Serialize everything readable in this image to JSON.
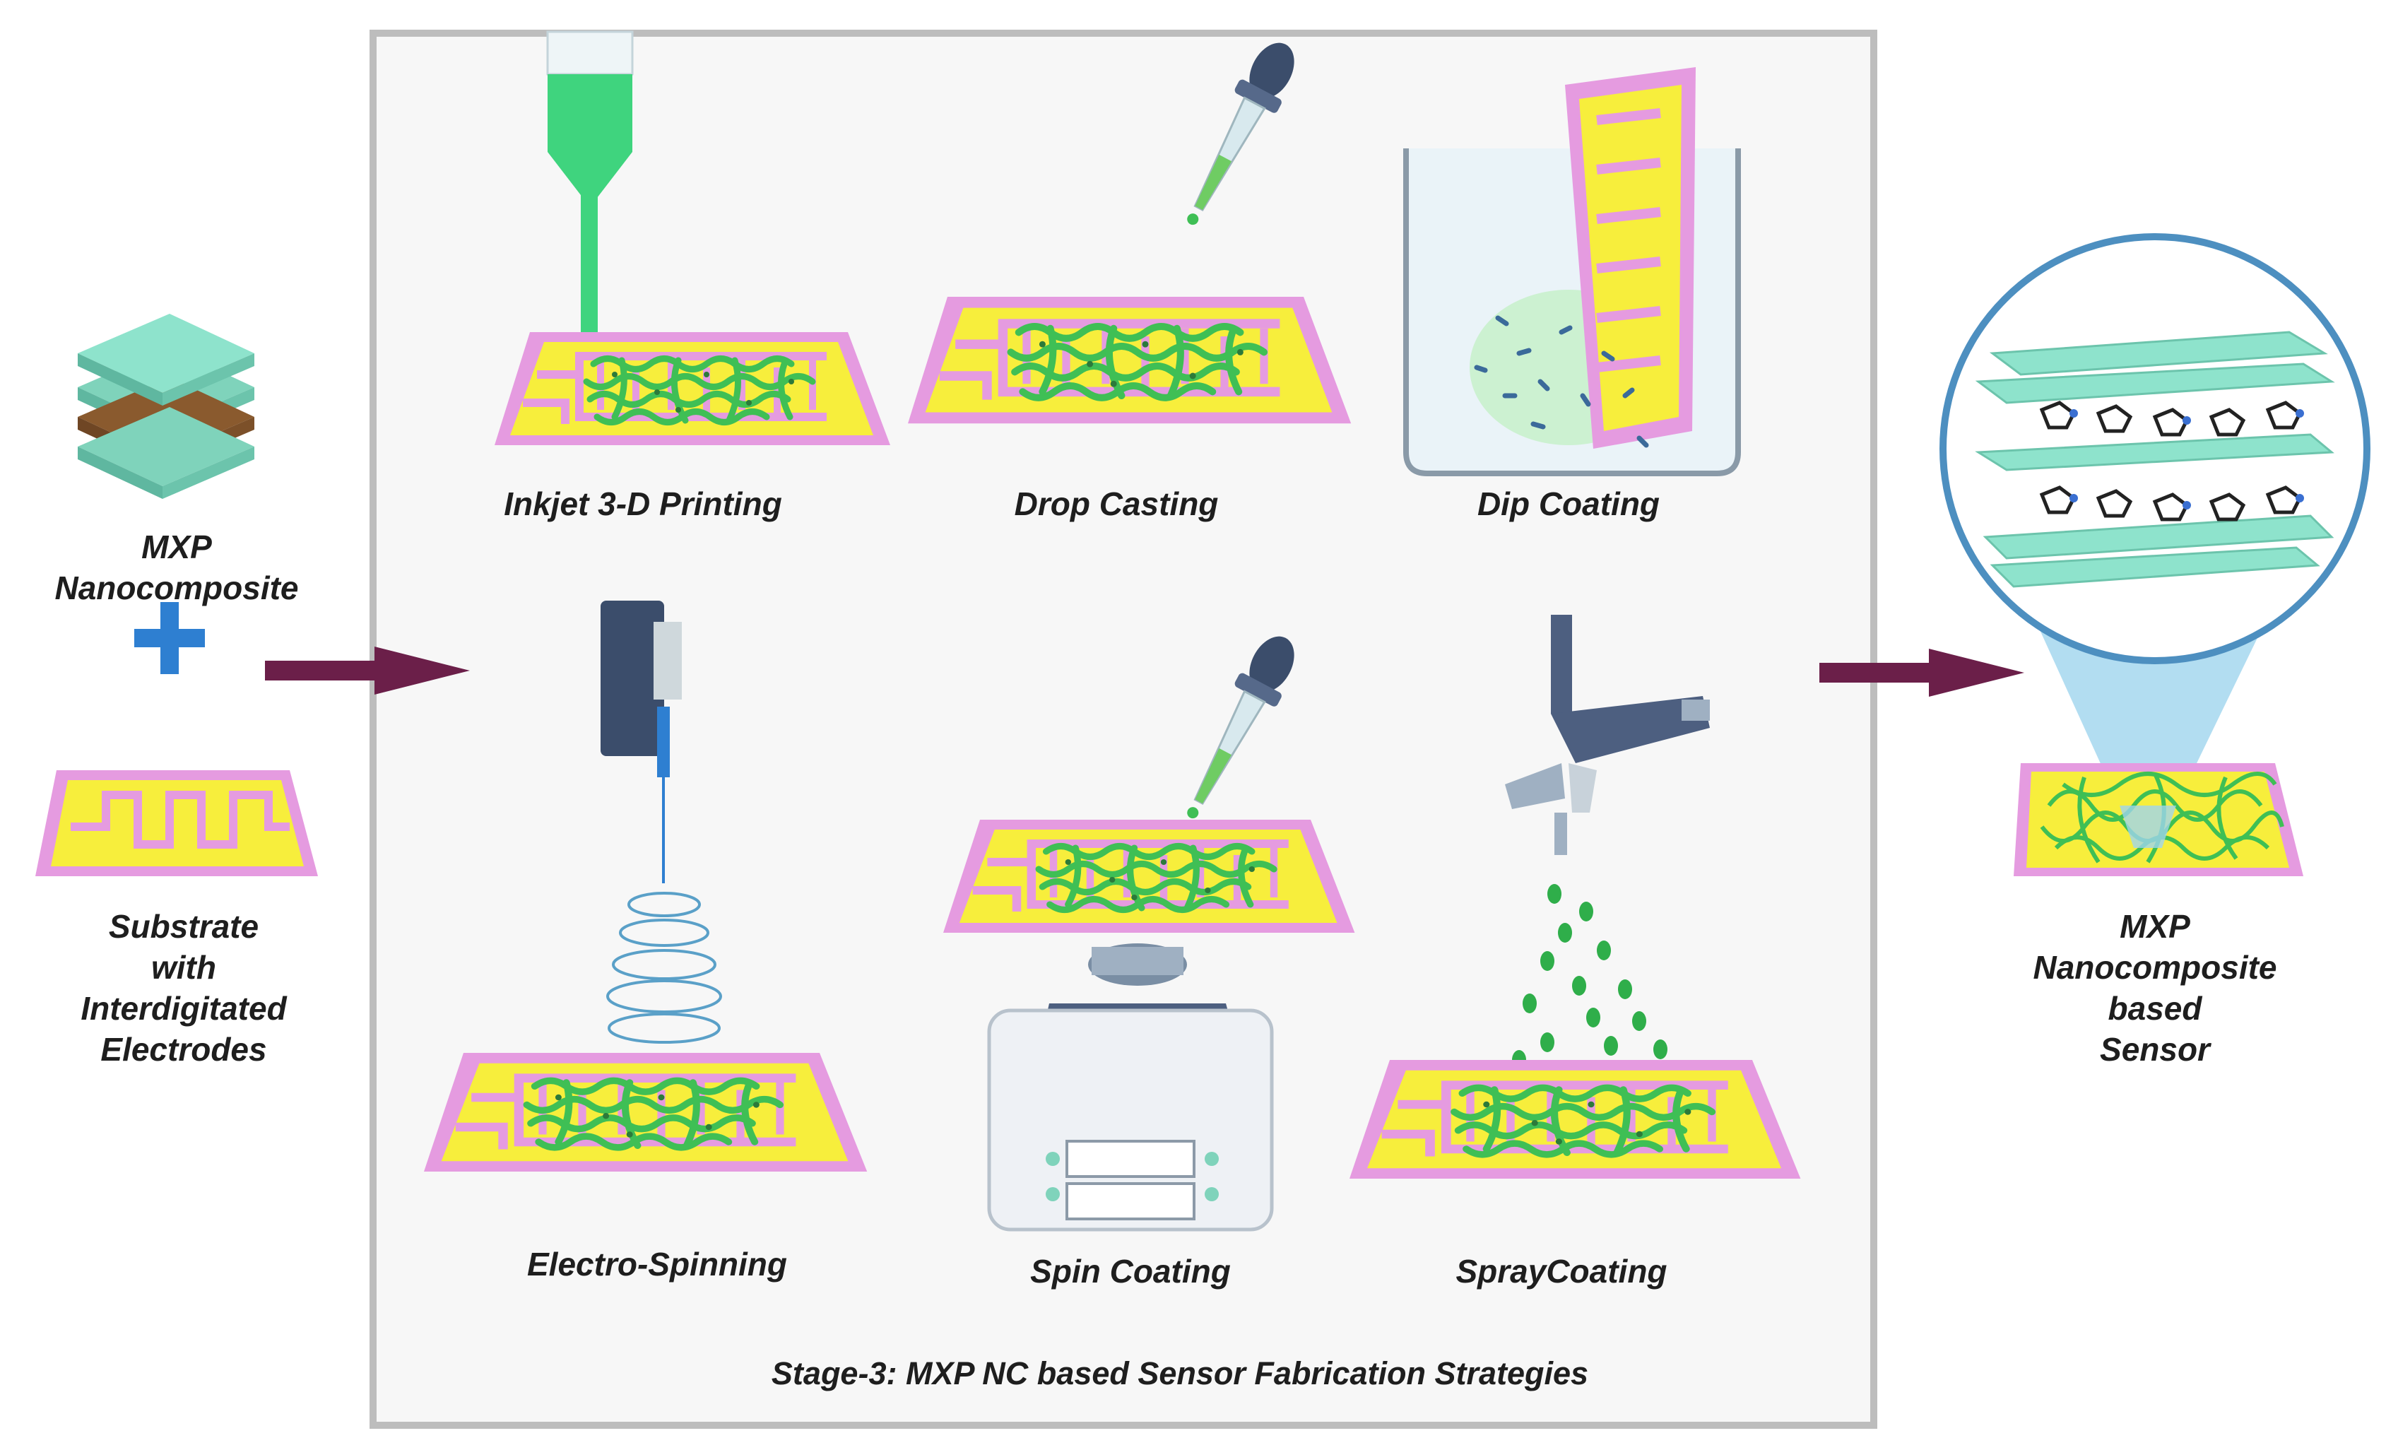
{
  "left": {
    "nanocomposite_label": [
      "MXP",
      "Nanocomposite"
    ],
    "substrate_label": [
      "Substrate",
      "with",
      "Interdigitated",
      "Electrodes"
    ]
  },
  "methods": [
    {
      "label": "Inkjet 3-D Printing"
    },
    {
      "label": "Drop Casting"
    },
    {
      "label": "Dip Coating"
    },
    {
      "label": "Electro-Spinning"
    },
    {
      "label": "Spin Coating"
    },
    {
      "label": "SprayCoating"
    }
  ],
  "stage_caption": "Stage-3: MXP NC based Sensor Fabrication Strategies",
  "right": {
    "sensor_label": [
      "MXP",
      "Nanocomposite",
      "based",
      "Sensor"
    ]
  },
  "colors": {
    "substrate_pink": "#e59be0",
    "electrode_yellow": "#f7ee3c",
    "nanocomposite_green": "#3fbf55",
    "mxene_teal": "#8ee3cc",
    "arrow": "#6b1f49",
    "plus": "#2e7fd1",
    "frame_border": "#bdbdbd"
  }
}
